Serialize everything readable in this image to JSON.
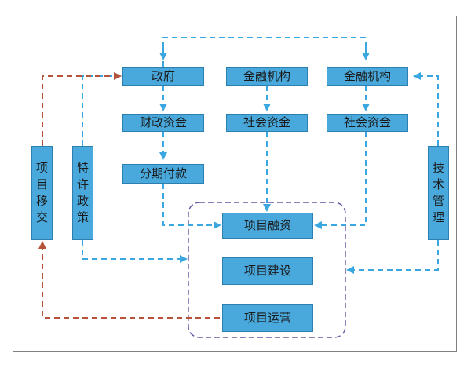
{
  "colors": {
    "box_fill": "#4aa9dc",
    "box_border": "#2d7fb0",
    "blue_arrow": "#3aa7e0",
    "red_arrow": "#b5533b",
    "group_border": "#6a54a3",
    "frame_border": "#808080"
  },
  "nodes": {
    "government": "政府",
    "fiscal_funds": "财政资金",
    "installment_payment": "分期付款",
    "financial_institution_1": "金融机构",
    "social_capital_1": "社会资金",
    "financial_institution_2": "金融机构",
    "social_capital_2": "社会资金",
    "project_financing": "项目融资",
    "project_construction": "项目建设",
    "project_operation": "项目运营",
    "project_transfer": "项目移交",
    "franchise_policy": "特许政策",
    "technical_management": "技术管理"
  }
}
